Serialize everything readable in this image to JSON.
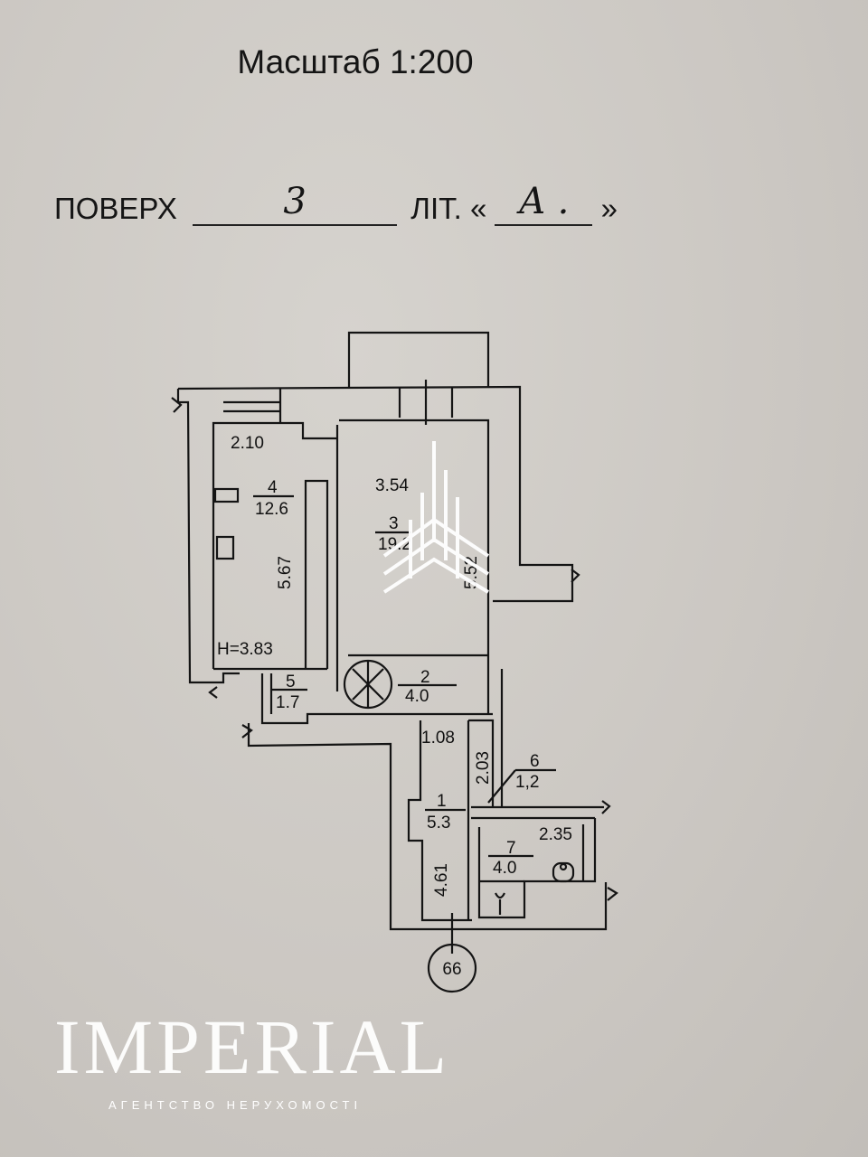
{
  "header": {
    "scale_label": "Масштаб 1:200",
    "floor_label": "ПОВЕРХ",
    "floor_value": "3",
    "letter_label": "ЛІТ. «",
    "letter_value": "А .",
    "letter_close": "»"
  },
  "rooms": [
    {
      "number": "4",
      "area": "12.6"
    },
    {
      "number": "3",
      "area": "19.2"
    },
    {
      "number": "2",
      "area": "4.0"
    },
    {
      "number": "5",
      "area": "1.7"
    },
    {
      "number": "1",
      "area": "5.3"
    },
    {
      "number": "6",
      "area": "1,2"
    },
    {
      "number": "7",
      "area": "4.0"
    }
  ],
  "dimensions": {
    "kitchen_width": "2.10",
    "kitchen_length": "5.67",
    "height": "H=3.83",
    "room3_width": "3.54",
    "room3_length": "5.52",
    "corridor_width": "1.08",
    "corridor_len2": "2.03",
    "hall_length": "4.61",
    "bath_width": "2.35"
  },
  "apartment_number": "66",
  "watermark": {
    "brand": "IMPERIAL",
    "subtitle": "АГЕНТСТВО НЕРУХОМОСТІ"
  }
}
